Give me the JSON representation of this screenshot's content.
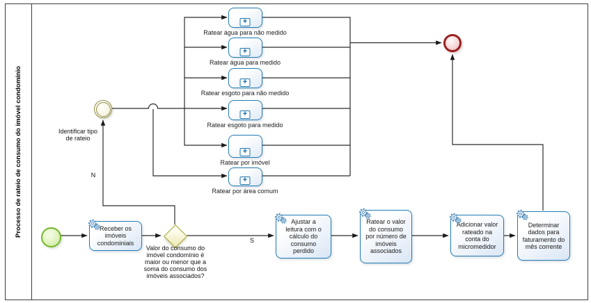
{
  "diagram_type": "BPMN process diagram",
  "pool": {
    "title": "Processo de rateio de consumo do imóvel condomínio"
  },
  "events": {
    "start": {
      "name": "start"
    },
    "intermediate": {
      "label": "Identificar tipo de rateio"
    },
    "end": {
      "name": "end"
    }
  },
  "gateway": {
    "question": "Valor do consumo do imóvel condomínio é maior ou menor que a soma do consumo dos imóveis associados?",
    "branch_yes": "S",
    "branch_no": "N"
  },
  "tasks": {
    "receber": "Receber os imóveis condominiais",
    "ajustar": "Ajustar a leitura com o cálculo do consumo perdido",
    "ratear_valor": "Ratear o valor do consumo por número de imóveis associados",
    "adicionar": "Adicionar valor rateado na conta do micromedidor",
    "determinar": "Determinar dados para faturamento do mês corrente"
  },
  "subprocesses": [
    {
      "label": "Ratear água para não medido"
    },
    {
      "label": "Ratear água para medido"
    },
    {
      "label": "Ratear esgoto para não medido"
    },
    {
      "label": "Ratear esgoto para medido"
    },
    {
      "label": "Ratear por imóvel"
    },
    {
      "label": "Ratear por área comum"
    }
  ],
  "icons": {
    "expand_marker": "+"
  },
  "colors": {
    "task_border": "#1f7ab1",
    "task_fill": "#dce8f6",
    "gateway_border": "#a3a32e",
    "gateway_fill": "#eeeab5",
    "start_border": "#74b62c",
    "end_border": "#991f1f",
    "intermediate_border": "#8f8b45",
    "flow_line": "#2b2b2b"
  }
}
